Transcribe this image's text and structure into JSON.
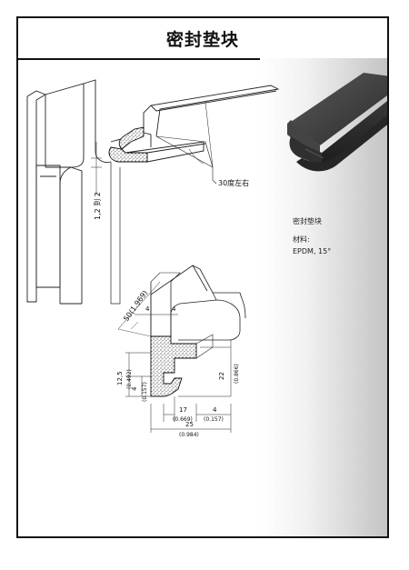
{
  "title": "密封垫块",
  "info": {
    "name": "密封垫块",
    "material_label": "材料:",
    "material_value": "EPDM, 15°"
  },
  "top_drawing": {
    "thickness_label": "1,2 到 2",
    "angle_label": "30度左右"
  },
  "section_drawing": {
    "length_label": "50(1.969)",
    "dim_4_top": "4",
    "dim_4_top_b": "4",
    "dim_12_5": "12,5",
    "dim_12_5_in": "(0.492)",
    "dim_4_left": "4",
    "dim_4_left_in": "(0.157)",
    "dim_22": "22",
    "dim_22_in": "(0.866)",
    "dim_17": "17",
    "dim_17_in": "(0.669)",
    "dim_4_bottom": "4",
    "dim_4_bottom_in": "(0.157)",
    "dim_25": "25",
    "dim_25_in": "(0.984)"
  }
}
